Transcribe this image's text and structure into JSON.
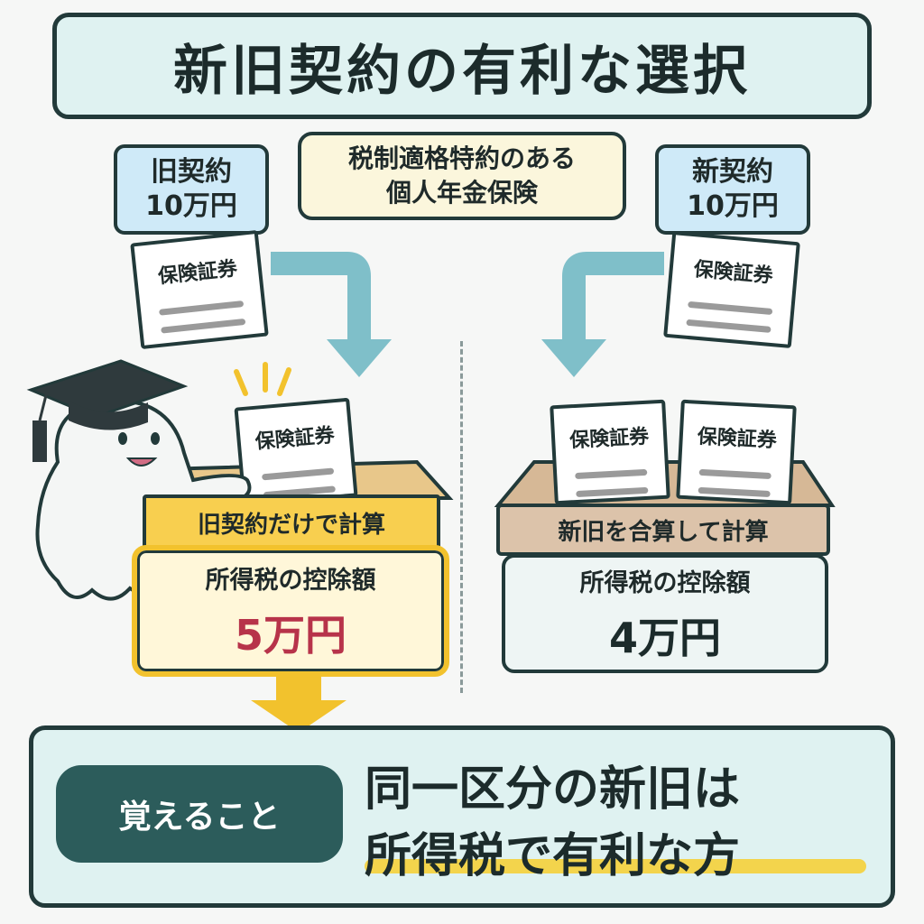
{
  "title": "新旧契約の有利な選択",
  "center_tag": {
    "line1": "税制適格特約のある",
    "line2": "個人年金保険"
  },
  "old_tag": {
    "line1": "旧契約",
    "line2": "10万円"
  },
  "new_tag": {
    "line1": "新契約",
    "line2": "10万円"
  },
  "certificate_title": "保険証券",
  "left_box_label": "旧契約だけで計算",
  "right_box_label": "新旧を合算して計算",
  "left_result": {
    "label": "所得税の控除額",
    "value": "5万円"
  },
  "right_result": {
    "label": "所得税の控除額",
    "value": "4万円"
  },
  "bottom": {
    "pill": "覚えること",
    "line1": "同一区分の新旧は",
    "line2": "所得税で有利な方"
  },
  "colors": {
    "teal_dark": "#2c5c5b",
    "arrow_blue": "#7fbfc9",
    "gold": "#f2c22d",
    "red_value": "#b7334a"
  }
}
